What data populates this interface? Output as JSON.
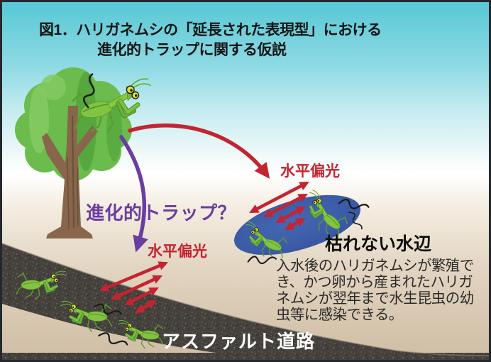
{
  "figure": {
    "title_line1": "図1．ハリガネムシの「延長された表現型」における",
    "title_line2": "進化的トラップに関する仮説"
  },
  "labels": {
    "evolutionary_trap": "進化的トラップ？",
    "polarized_light_pond": "水平偏光",
    "polarized_light_road": "水平偏光",
    "permanent_waterside": "枯れない水辺",
    "asphalt_road": "アスファルト道路"
  },
  "waterside_note": {
    "lines": [
      "入水後のハリガネムシが繁殖で",
      "き、かつ卵から産まれたハリガ",
      "ネムシが翌年まで水生昆虫の幼",
      "虫等に感染できる。"
    ]
  },
  "icons": {
    "tree": "tree-icon",
    "mantis": "praying-mantis-icon",
    "worm": "horsehair-worm-icon",
    "pond": "pond-shape",
    "road": "asphalt-road-band"
  },
  "colors": {
    "sky_top": "#57c8d5",
    "ground_beige": "#d6c5ae",
    "accent_red": "#c42431",
    "accent_purple": "#6a3da1",
    "pond_blue": "#3a5ca6",
    "road_dark": "#45413d",
    "mantis_green": "#7fbf3e",
    "title_text": "#161616",
    "road_label_text": "#ffffff"
  }
}
